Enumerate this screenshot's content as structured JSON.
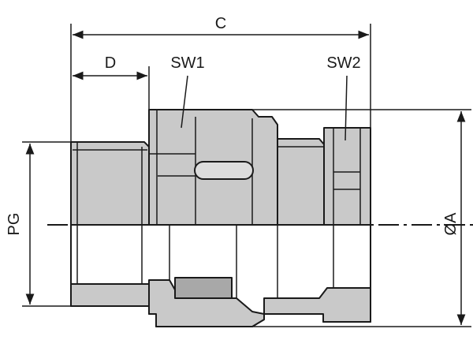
{
  "labels": {
    "c": "C",
    "d": "D",
    "sw1": "SW1",
    "sw2": "SW2",
    "pg": "PG",
    "oa": "ØA"
  },
  "colors": {
    "line": "#1a1a1a",
    "body": "#c9c9c9",
    "body_dark": "#b0b0b0",
    "body_light": "#dcdcdc",
    "insert": "#a8a8a8",
    "background": "#ffffff"
  }
}
